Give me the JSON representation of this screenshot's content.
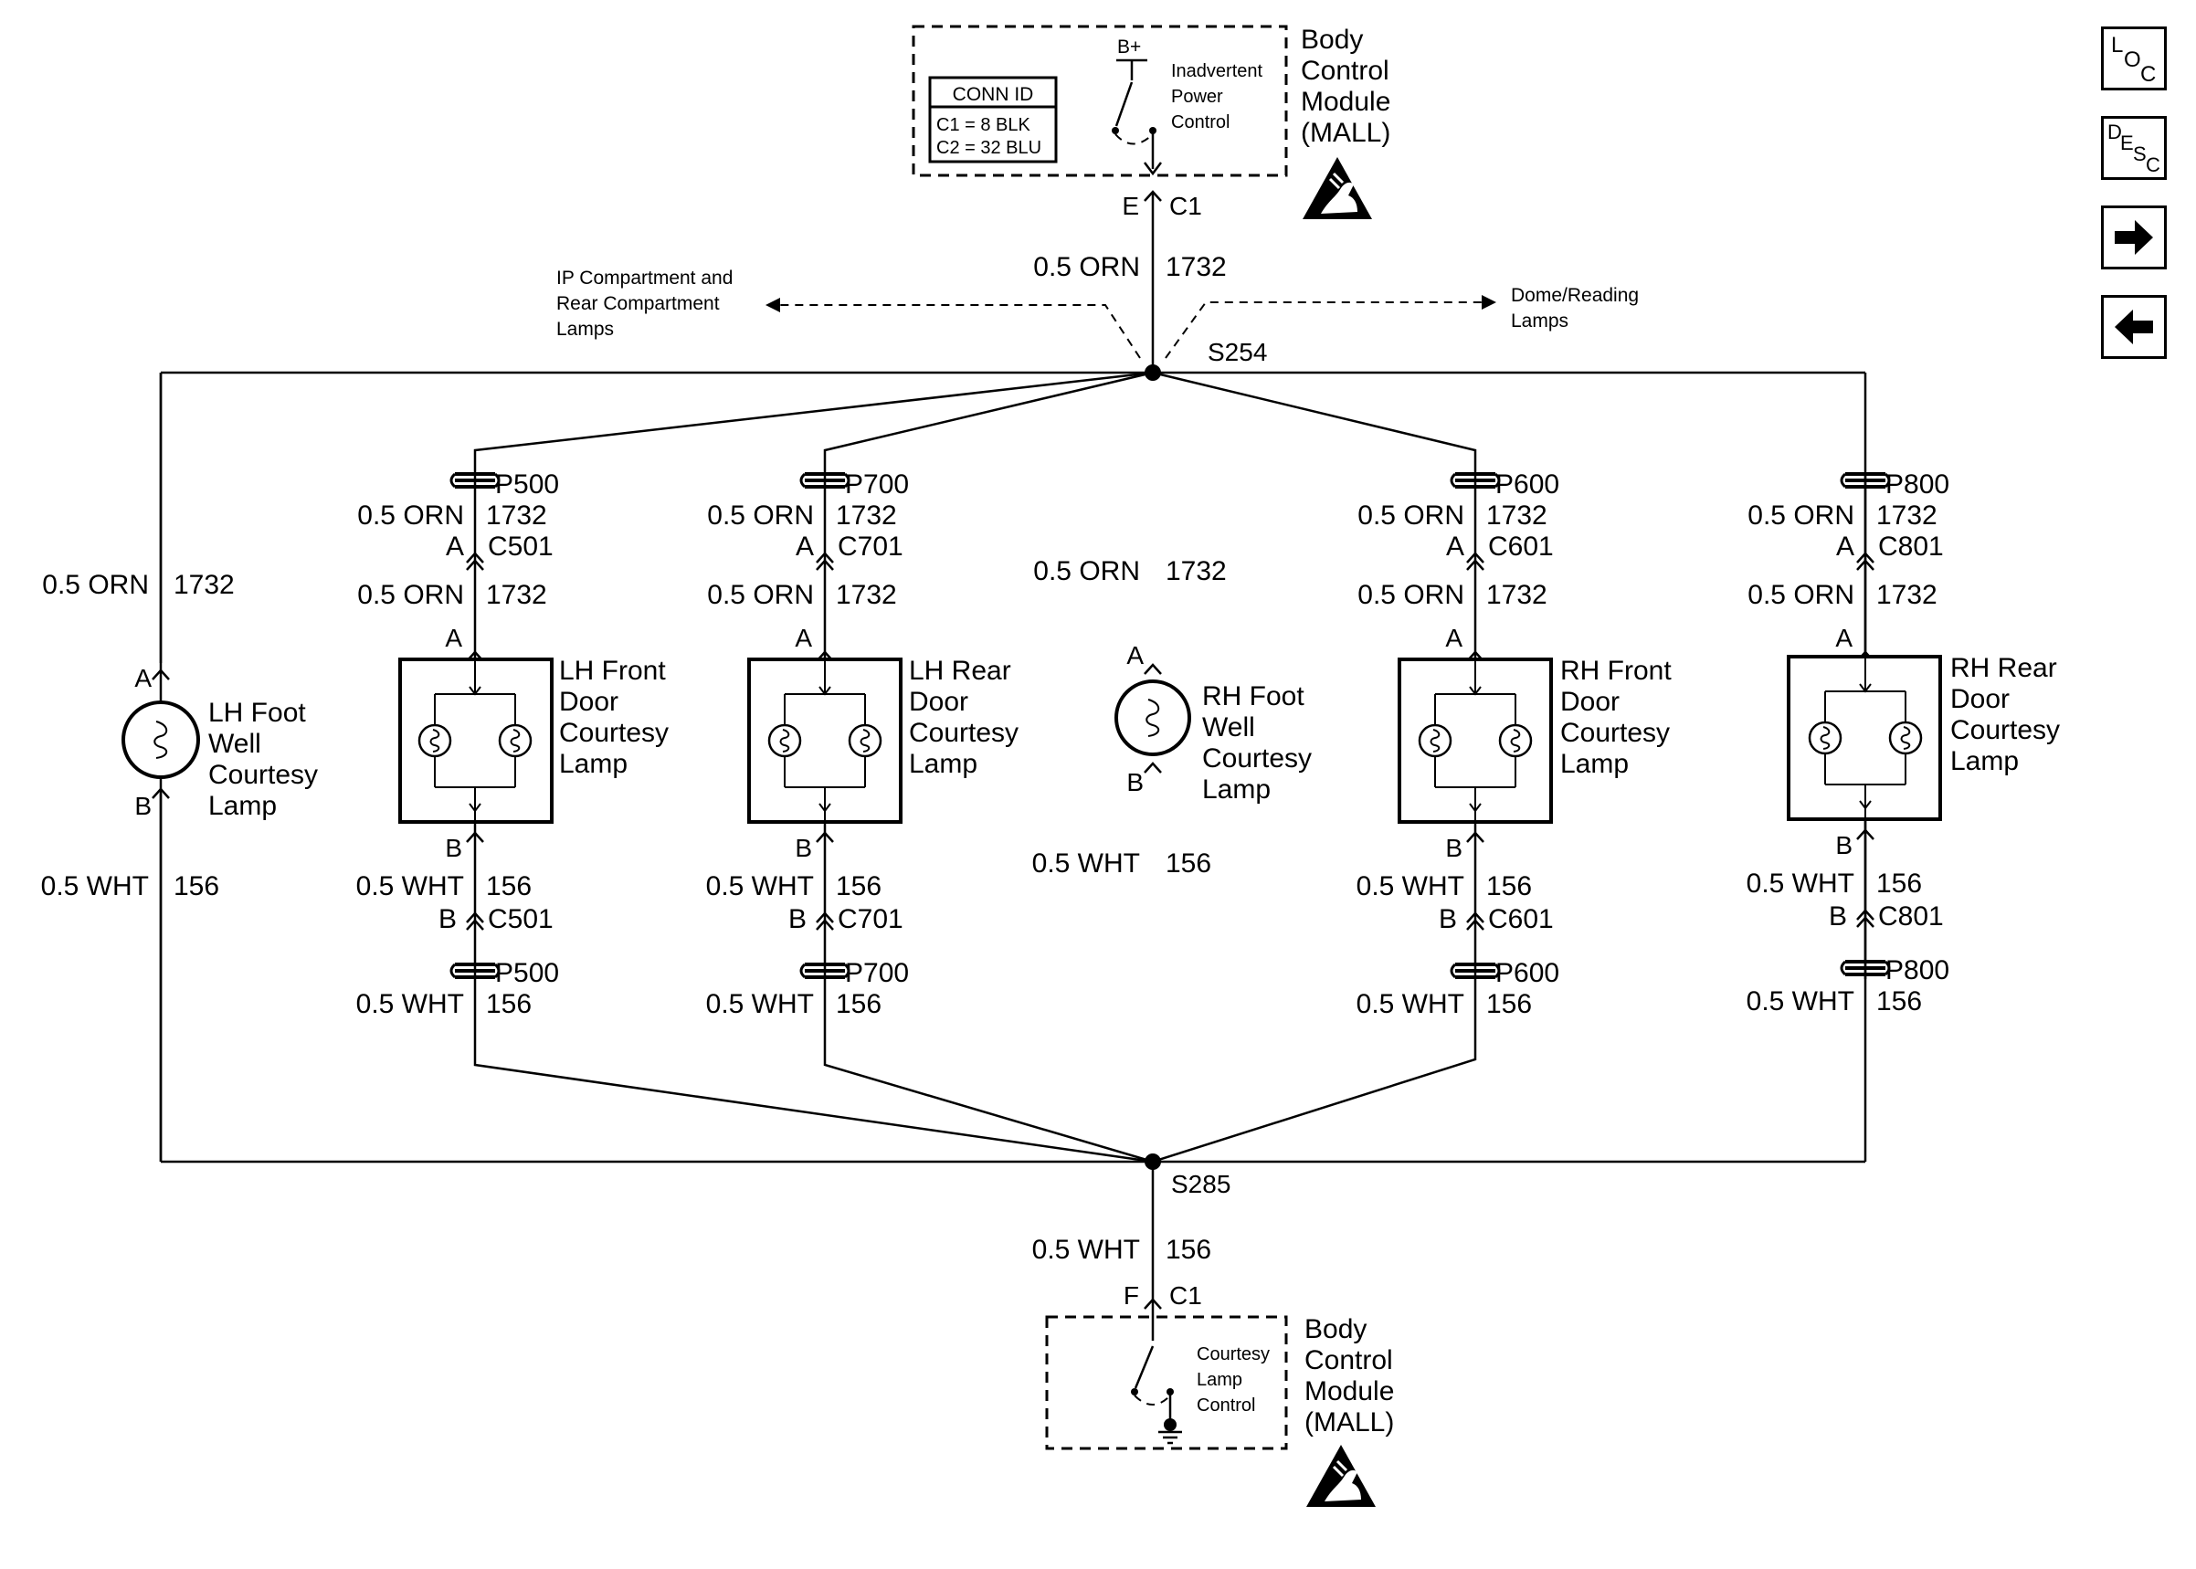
{
  "top_module": {
    "name_lines": [
      "Body",
      "Control",
      "Module",
      "(MALL)"
    ],
    "conn_id_header": "CONN ID",
    "conn_id_rows": [
      "C1 = 8 BLK",
      "C2 = 32 BLU"
    ],
    "supply_label": "B+",
    "control_lines": [
      "Inadvertent",
      "Power",
      "Control"
    ],
    "pin": "E",
    "connector": "C1"
  },
  "feed_wire": {
    "gauge_color": "0.5 ORN",
    "circuit": "1732"
  },
  "branch_left_lines": [
    "IP Compartment and",
    "Rear Compartment",
    "Lamps"
  ],
  "branch_right_lines": [
    "Dome/Reading",
    "Lamps"
  ],
  "splice_top": "S254",
  "splice_bottom": "S285",
  "return_wire": {
    "gauge_color": "0.5 WHT",
    "circuit": "156"
  },
  "bottom_module": {
    "name_lines": [
      "Body",
      "Control",
      "Module",
      "(MALL)"
    ],
    "control_lines": [
      "Courtesy",
      "Lamp",
      "Control"
    ],
    "pin": "F",
    "connector": "C1"
  },
  "lamps": [
    {
      "name_lines": [
        "LH Foot",
        "Well",
        "Courtesy",
        "Lamp"
      ],
      "pin_a": "A",
      "pin_b": "B",
      "feed": {
        "gauge_color": "0.5 ORN",
        "circuit": "1732"
      },
      "ret": {
        "gauge_color": "0.5 WHT",
        "circuit": "156"
      }
    },
    {
      "name_lines": [
        "LH Front",
        "Door",
        "Courtesy",
        "Lamp"
      ],
      "pass_through": "P500",
      "connector": "C501",
      "pin_a": "A",
      "pin_b": "B",
      "feed_top": {
        "gauge_color": "0.5 ORN",
        "circuit": "1732"
      },
      "feed_bottom": {
        "gauge_color": "0.5 ORN",
        "circuit": "1732"
      },
      "ret_top": {
        "gauge_color": "0.5 WHT",
        "circuit": "156"
      },
      "ret_bottom": {
        "gauge_color": "0.5 WHT",
        "circuit": "156"
      }
    },
    {
      "name_lines": [
        "LH Rear",
        "Door",
        "Courtesy",
        "Lamp"
      ],
      "pass_through": "P700",
      "connector": "C701",
      "pin_a": "A",
      "pin_b": "B",
      "feed_top": {
        "gauge_color": "0.5 ORN",
        "circuit": "1732"
      },
      "feed_bottom": {
        "gauge_color": "0.5 ORN",
        "circuit": "1732"
      },
      "ret_top": {
        "gauge_color": "0.5 WHT",
        "circuit": "156"
      },
      "ret_bottom": {
        "gauge_color": "0.5 WHT",
        "circuit": "156"
      }
    },
    {
      "name_lines": [
        "RH Foot",
        "Well",
        "Courtesy",
        "Lamp"
      ],
      "pin_a": "A",
      "pin_b": "B",
      "feed": {
        "gauge_color": "0.5 ORN",
        "circuit": "1732"
      },
      "ret": {
        "gauge_color": "0.5 WHT",
        "circuit": "156"
      }
    },
    {
      "name_lines": [
        "RH Front",
        "Door",
        "Courtesy",
        "Lamp"
      ],
      "pass_through": "P600",
      "connector": "C601",
      "pin_a": "A",
      "pin_b": "B",
      "feed_top": {
        "gauge_color": "0.5 ORN",
        "circuit": "1732"
      },
      "feed_bottom": {
        "gauge_color": "0.5 ORN",
        "circuit": "1732"
      },
      "ret_top": {
        "gauge_color": "0.5 WHT",
        "circuit": "156"
      },
      "ret_bottom": {
        "gauge_color": "0.5 WHT",
        "circuit": "156"
      }
    },
    {
      "name_lines": [
        "RH Rear",
        "Door",
        "Courtesy",
        "Lamp"
      ],
      "pass_through": "P800",
      "connector": "C801",
      "pin_a": "A",
      "pin_b": "B",
      "feed_top": {
        "gauge_color": "0.5 ORN",
        "circuit": "1732"
      },
      "feed_bottom": {
        "gauge_color": "0.5 ORN",
        "circuit": "1732"
      },
      "ret_top": {
        "gauge_color": "0.5 WHT",
        "circuit": "156"
      },
      "ret_bottom": {
        "gauge_color": "0.5 WHT",
        "circuit": "156"
      }
    }
  ],
  "nav": {
    "loc": [
      "L",
      "O",
      "C"
    ],
    "desc": [
      "D",
      "E",
      "S",
      "C"
    ],
    "next_icon": "right-arrow-icon",
    "prev_icon": "left-arrow-icon"
  }
}
